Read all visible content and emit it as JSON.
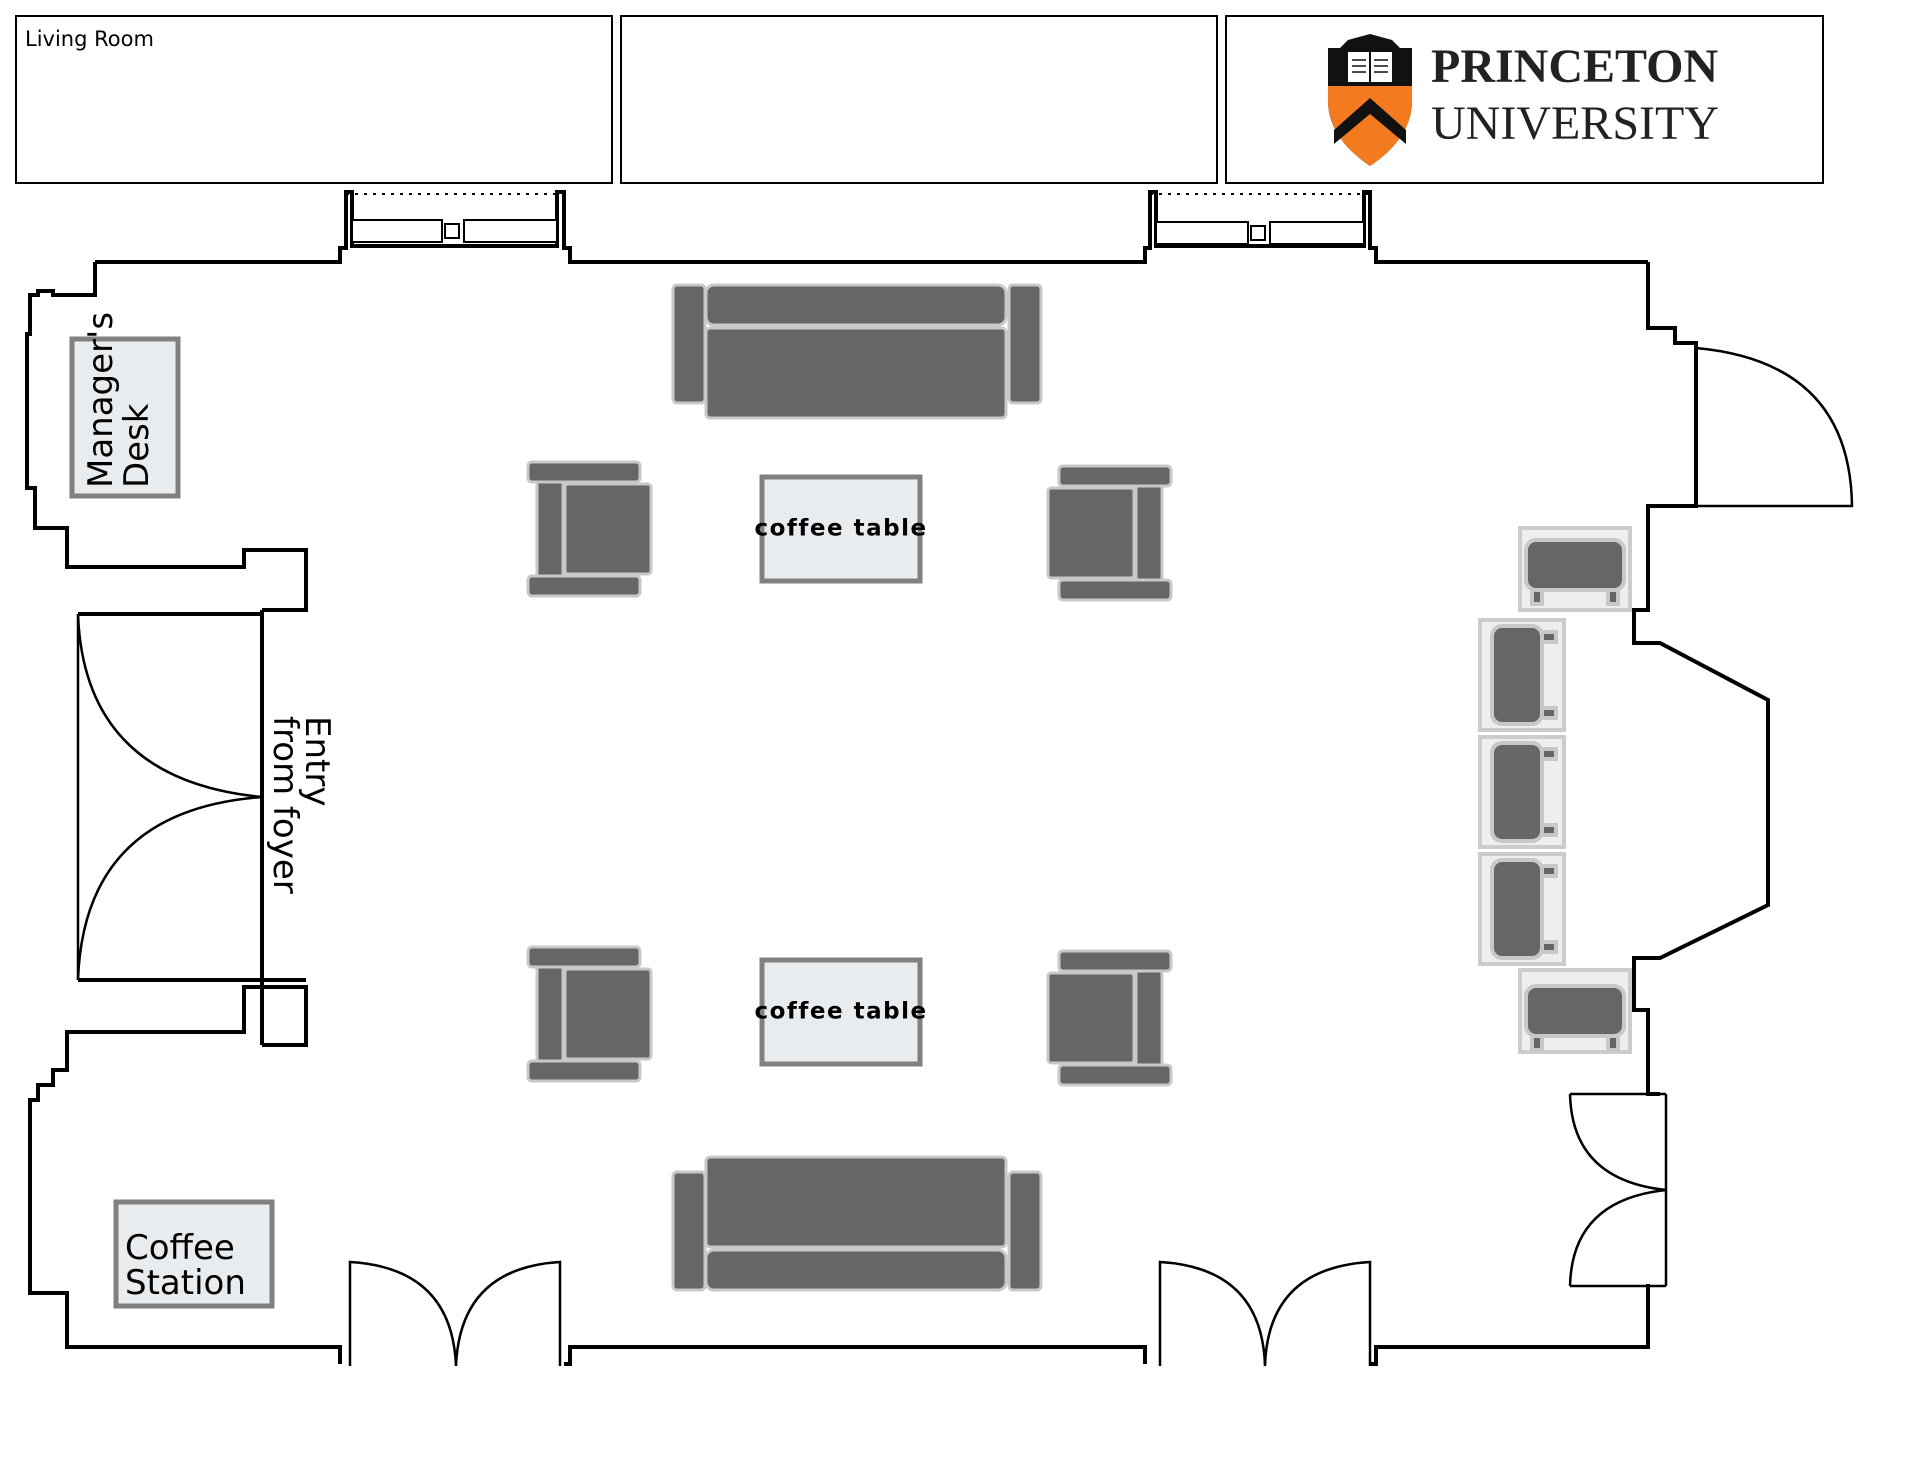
{
  "header": {
    "room_label": "Living Room",
    "logo": {
      "line1": "PRINCETON",
      "line2": "UNIVERSITY"
    }
  },
  "plan": {
    "managers_desk": {
      "line1": "Manager's",
      "line2": "Desk"
    },
    "entry_label": {
      "line1": "Entry",
      "line2": "from foyer"
    },
    "coffee_table_label": "coffee table",
    "coffee_station": {
      "line1": "Coffee",
      "line2": "Station"
    }
  },
  "colors": {
    "furniture": "#666666",
    "furniture_outline": "#c8c8c8",
    "table_fill": "#e9ecef",
    "table_border": "#808080",
    "wall": "#000000",
    "shield_orange": "#f47a1f",
    "shield_black": "#111111"
  }
}
